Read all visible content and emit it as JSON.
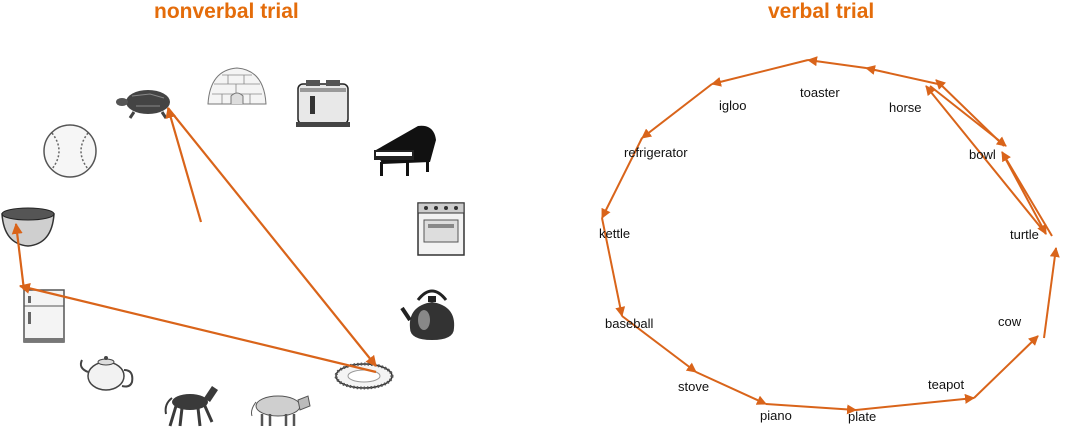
{
  "panels": {
    "nonverbal": {
      "title": "nonverbal trial",
      "items": [
        "igloo",
        "toaster",
        "piano",
        "stove",
        "kettle",
        "plate",
        "cow",
        "horse",
        "teapot",
        "refrigerator",
        "bowl",
        "baseball",
        "turtle"
      ]
    },
    "verbal": {
      "title": "verbal trial",
      "words": [
        "igloo",
        "toaster",
        "horse",
        "refrigerator",
        "bowl",
        "kettle",
        "turtle",
        "baseball",
        "cow",
        "stove",
        "teapot",
        "piano",
        "plate"
      ]
    }
  },
  "colors": {
    "accent": "#e46c0a",
    "path": "#d9641a"
  }
}
